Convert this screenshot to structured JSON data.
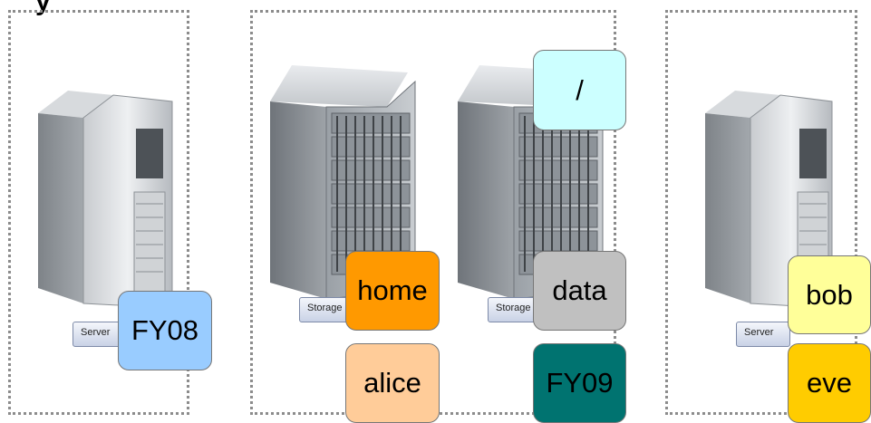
{
  "diagram": {
    "heading_fragment": "y",
    "hardware_labels": {
      "server_left": "Server",
      "storage_left": "Storage",
      "storage_right": "Storage",
      "server_right": "Server"
    },
    "tags": [
      {
        "id": "root",
        "text": "/",
        "color": "#ccffff"
      },
      {
        "id": "home",
        "text": "home",
        "color": "#ff9900"
      },
      {
        "id": "data",
        "text": "data",
        "color": "#c0c0c0"
      },
      {
        "id": "fy08",
        "text": "FY08",
        "color": "#99ccff"
      },
      {
        "id": "alice",
        "text": "alice",
        "color": "#ffcc99"
      },
      {
        "id": "fy09",
        "text": "FY09",
        "color": "#007370"
      },
      {
        "id": "bob",
        "text": "bob",
        "color": "#ffff99"
      },
      {
        "id": "eve",
        "text": "eve",
        "color": "#ffcc00"
      }
    ]
  }
}
